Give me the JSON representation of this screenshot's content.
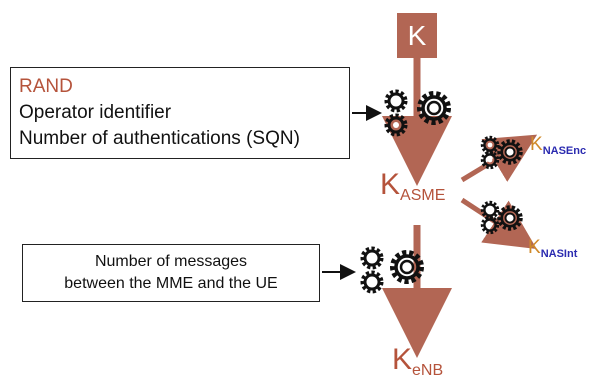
{
  "inputs_top": {
    "rand": "RAND",
    "operator": "Operator identifier",
    "auth": "Number of authentications (SQN)"
  },
  "inputs_bottom": {
    "line1": "Number of messages",
    "line2": "between the MME and the UE"
  },
  "keys": {
    "k": "K",
    "kasme_main": "K",
    "kasme_sub": "ASME",
    "kenb_main": "K",
    "kenb_sub": "eNB",
    "knasenc_main": "K",
    "knasenc_sub": "NASEnc",
    "knasint_main": "K",
    "knasint_sub": "NASInt"
  },
  "colors": {
    "arrow": "#b26654",
    "key_label": "#b5533b",
    "nas_key_letter": "#d08a2a",
    "nas_key_sub": "#2b2bb0"
  },
  "icons": [
    "gears-icon"
  ]
}
